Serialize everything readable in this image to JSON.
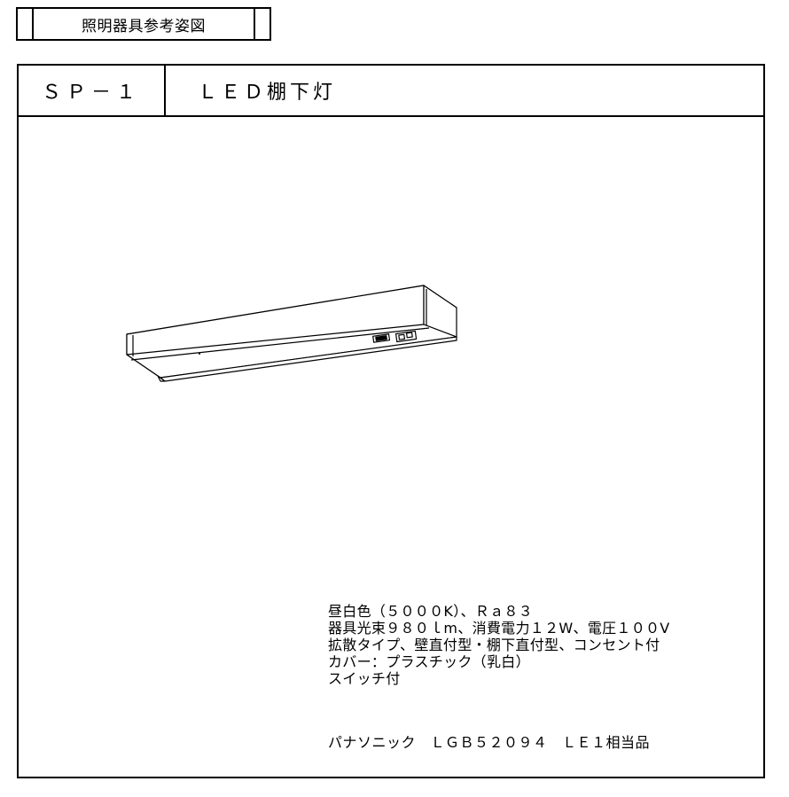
{
  "document": {
    "tag_title": "照明器具参考姿図",
    "header": {
      "code": "ＳＰ－１",
      "name": "ＬＥＤ棚下灯"
    },
    "figure": {
      "type": "fixture-drawing",
      "description_icon": "led-undershelf-light-drawing"
    },
    "specs": [
      "昼白色（５０００K）、Ｒａ８３",
      "器具光束９８０ｌm、消費電力１２W、電圧１００V",
      "拡散タイプ、壁直付型・棚下直付型、コンセント付",
      "カバー：プラスチック（乳白）",
      "スイッチ付"
    ],
    "maker_line": "パナソニック　ＬＧＢ５２０９４　ＬＥ１相当品"
  }
}
